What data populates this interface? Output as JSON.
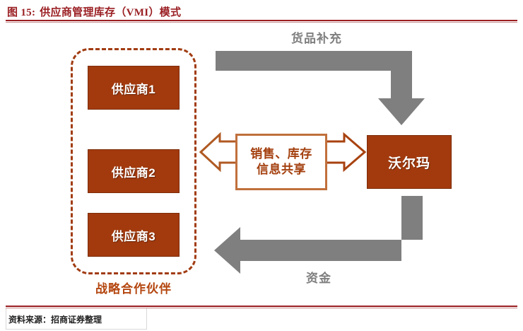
{
  "figure": {
    "number_label": "图 15:",
    "title": "供应商管理库存（VMI）模式",
    "source_label": "资料来源：招商证券整理",
    "accent_color": "#9a1f23",
    "brand_brown": "#a23a0e",
    "arrow_gray": "#7f7f7f",
    "info_border": "#c0703c",
    "dashed_border": "#a13c12"
  },
  "diagram": {
    "type": "flow",
    "partner_group": {
      "label": "战略合作伙伴",
      "label_color": "#b4460f",
      "members": [
        {
          "label": "供应商1"
        },
        {
          "label": "供应商2"
        },
        {
          "label": "供应商3"
        }
      ]
    },
    "center_node": {
      "line1": "销售、库存",
      "line2": "信息共享"
    },
    "retailer_node": {
      "label": "沃尔玛"
    },
    "flows": [
      {
        "name": "top-flow",
        "label": "货品补充",
        "from": "供应商组",
        "to": "沃尔玛",
        "color": "#7f7f7f"
      },
      {
        "name": "bottom-flow",
        "label": "资金",
        "from": "沃尔玛",
        "to": "供应商组",
        "color": "#7f7f7f"
      },
      {
        "name": "share-left",
        "label": "",
        "from": "信息共享",
        "to": "供应商组",
        "color": "#a4400f"
      },
      {
        "name": "share-right",
        "label": "",
        "from": "信息共享",
        "to": "沃尔玛",
        "color": "#a4400f"
      }
    ]
  }
}
